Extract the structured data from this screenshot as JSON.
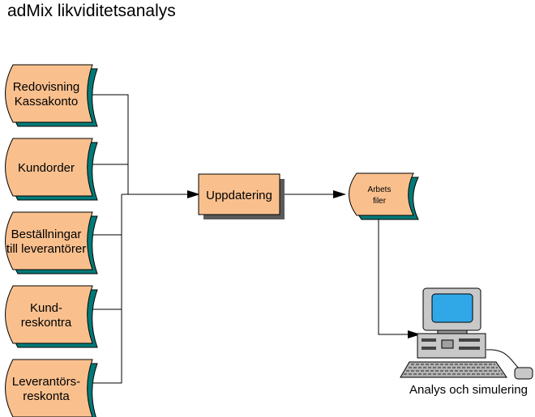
{
  "title": "adMix likviditetsanalys",
  "sources": [
    {
      "lines": [
        "Redovisning",
        "Kassakonto"
      ]
    },
    {
      "lines": [
        "Kundorder"
      ]
    },
    {
      "lines": [
        "Beställningar",
        "till leverantörer"
      ]
    },
    {
      "lines": [
        "Kund-",
        "reskontra"
      ]
    },
    {
      "lines": [
        "Leverantörs-",
        "reskonta"
      ]
    }
  ],
  "process": {
    "label": "Uppdatering"
  },
  "store": {
    "lines": [
      "Arbets",
      "filer"
    ]
  },
  "computer": {
    "caption": "Analys och simulering"
  },
  "colors": {
    "fill": "#f9c08e",
    "outline": "#000000",
    "scroll_shadow": "#007a78",
    "shadow": "#5a5a5a",
    "monitor_body": "#c8c8c8",
    "screen": "#30a8e8"
  }
}
